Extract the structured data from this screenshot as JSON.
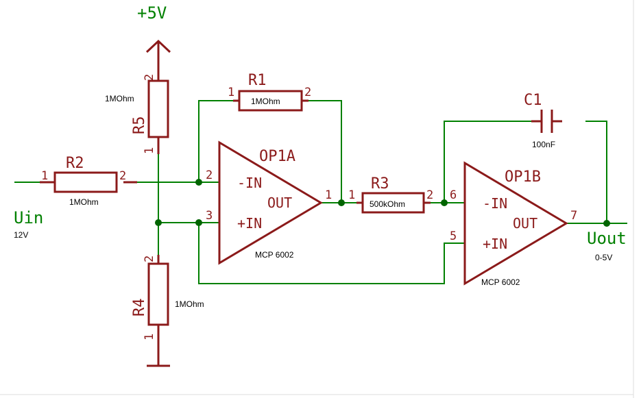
{
  "colors": {
    "wire": "#008000",
    "component": "#8b1a1a",
    "junction": "#006400",
    "label": "#008000"
  },
  "supply": {
    "name": "+5V"
  },
  "input": {
    "name": "Uin",
    "note": "12V"
  },
  "output": {
    "name": "Uout",
    "note": "0-5V"
  },
  "resistors": {
    "r1": {
      "name": "R1",
      "value": "1MOhm",
      "pin1": "1",
      "pin2": "2"
    },
    "r2": {
      "name": "R2",
      "value": "1MOhm",
      "pin1": "1",
      "pin2": "2"
    },
    "r3": {
      "name": "R3",
      "value": "500kOhm",
      "pin1": "1",
      "pin2": "2"
    },
    "r4": {
      "name": "R4",
      "value": "1MOhm",
      "pin1": "1",
      "pin2": "2"
    },
    "r5": {
      "name": "R5",
      "value": "1MOhm",
      "pin1": "1",
      "pin2": "2"
    }
  },
  "capacitor": {
    "name": "C1",
    "value": "100nF"
  },
  "opamps": {
    "op1a": {
      "name": "OP1A",
      "part": "MCP 6002",
      "inv_label": "-IN",
      "noninv_label": "+IN",
      "out_label": "OUT",
      "pin_inv": "2",
      "pin_noninv": "3",
      "pin_out": "1"
    },
    "op1b": {
      "name": "OP1B",
      "part": "MCP 6002",
      "inv_label": "-IN",
      "noninv_label": "+IN",
      "out_label": "OUT",
      "pin_inv": "6",
      "pin_noninv": "5",
      "pin_out": "7"
    }
  }
}
